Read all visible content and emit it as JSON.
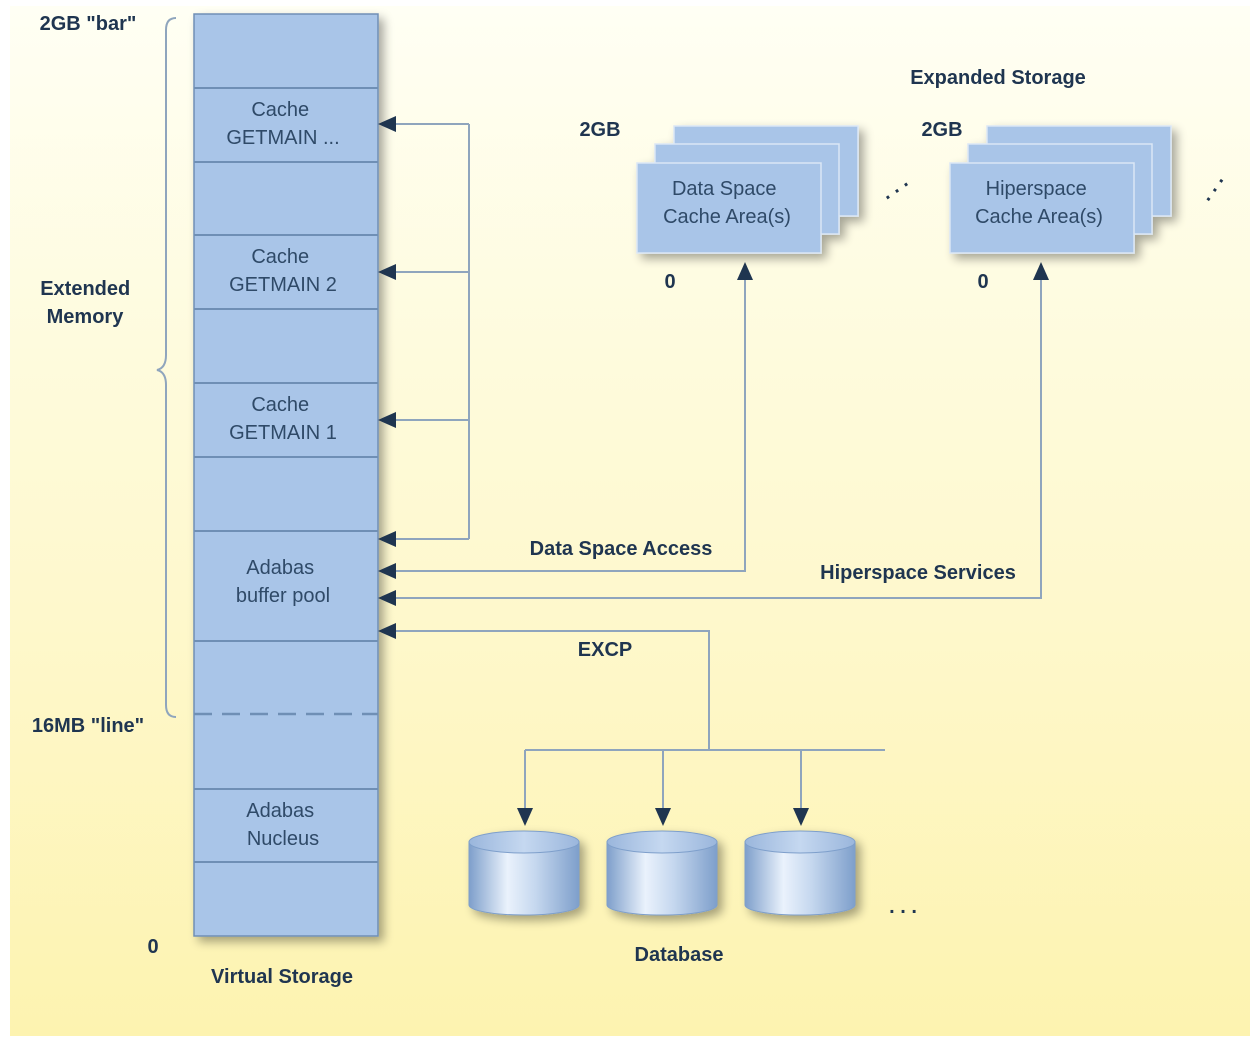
{
  "labels": {
    "bar": "2GB \"bar\"",
    "extended_memory_line1": "Extended",
    "extended_memory_line2": "Memory",
    "line": "16MB \"line\"",
    "vs_zero": "0",
    "virtual_storage": "Virtual Storage",
    "expanded_storage": "Expanded Storage",
    "ds_2gb": "2GB",
    "ds_zero": "0",
    "hs_2gb": "2GB",
    "hs_zero": "0",
    "data_space_access": "Data Space Access",
    "hiperspace_services": "Hiperspace Services",
    "excp": "EXCP",
    "database": "Database",
    "db_ellipsis": ". . .",
    "ds_dots": ". . .",
    "hs_dots": ". . ."
  },
  "virtual_storage_cells": {
    "cache_getmain_n": [
      "Cache",
      "GETMAIN ..."
    ],
    "cache_getmain_2": [
      "Cache",
      "GETMAIN 2"
    ],
    "cache_getmain_1": [
      "Cache",
      "GETMAIN 1"
    ],
    "buffer_pool": [
      "Adabas",
      "buffer pool"
    ],
    "nucleus": [
      "Adabas",
      "Nucleus"
    ]
  },
  "data_space_box": [
    "Data Space",
    "Cache Area(s)"
  ],
  "hiperspace_box": [
    "Hiperspace",
    "Cache Area(s)"
  ],
  "colors": {
    "background_top": "#fffff4",
    "background_bottom": "#fdf3b0",
    "box_fill": "#a9c5e8",
    "box_stroke": "#6f8fb5",
    "arrow": "#1f3550",
    "connector": "#8fa5bd",
    "text_bold": "#1f3550",
    "text_cell": "#2f4a68"
  }
}
